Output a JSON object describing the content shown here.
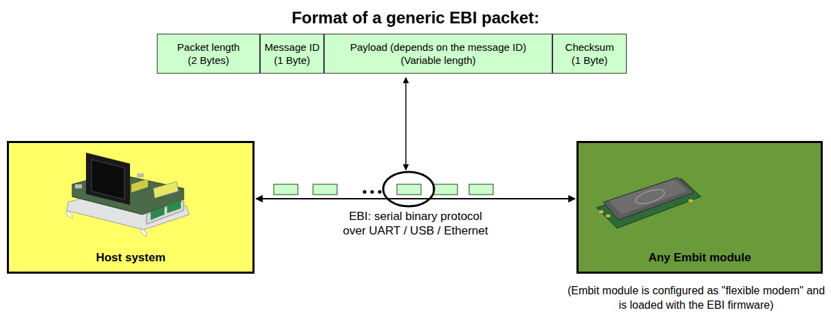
{
  "diagram": {
    "title": "Format of a generic EBI packet:",
    "nodes": [
      {
        "text": [
          "Packet length",
          "(2 Bytes)"
        ]
      },
      {
        "text": [
          "Message ID",
          "(1 Byte)"
        ]
      },
      {
        "text": [
          "Payload (depends on the message ID)",
          "(Variable length)"
        ]
      },
      {
        "text": [
          "Checksum",
          "(1 Byte)"
        ]
      },
      {
        "text": [
          "Host system"
        ]
      },
      {
        "text": [
          "Any Embit module"
        ]
      }
    ],
    "edges": [
      {
        "from": 4,
        "to": 5,
        "arrow": "both",
        "label": "EBI: serial binary protocol over UART / USB / Ethernet"
      }
    ],
    "labels": [
      "(Embit module is configured as \"flexible modem\" and is loaded with the EBI firmware)"
    ]
  }
}
